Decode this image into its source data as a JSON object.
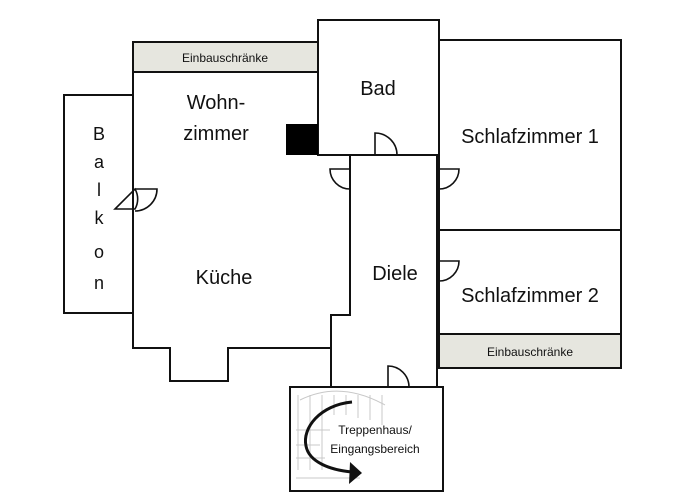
{
  "rooms": {
    "balkon_letters": [
      "B",
      "a",
      "l",
      "k",
      "o",
      "n"
    ],
    "wohnzimmer_line1": "Wohn-",
    "wohnzimmer_line2": "zimmer",
    "kueche": "Küche",
    "bad": "Bad",
    "diele": "Diele",
    "schlafzimmer1": "Schlafzimmer 1",
    "schlafzimmer2": "Schlafzimmer 2",
    "einbau_top": "Einbauschränke",
    "einbau_bottom": "Einbauschränke",
    "treppe_line1": "Treppenhaus/",
    "treppe_line2": "Eingangsbereich"
  },
  "colors": {
    "wall": "#111111",
    "cabinet_fill": "#e6e6df",
    "chimney": "#000000",
    "stair_lines": "#c8c8c8"
  },
  "icons": [
    "door-swing-icon",
    "stair-arrow-icon",
    "chimney-block-icon"
  ]
}
